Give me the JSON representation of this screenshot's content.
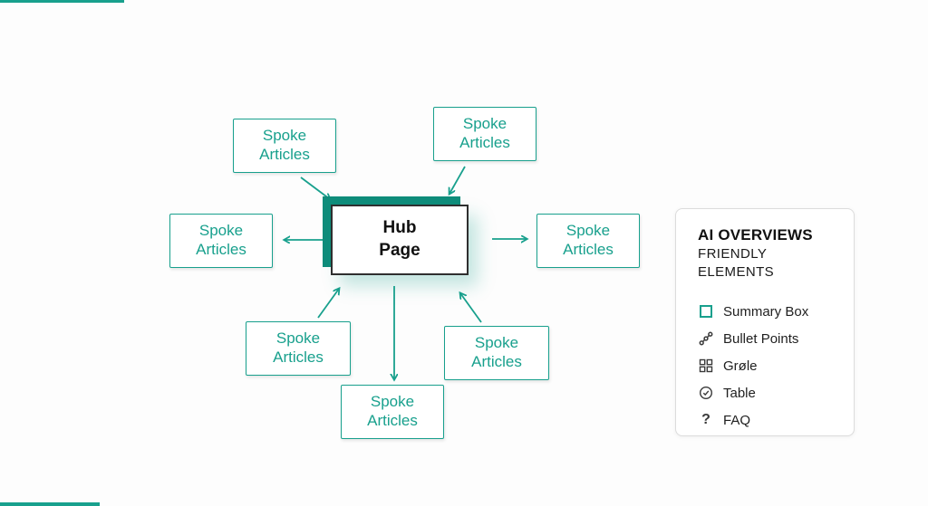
{
  "colors": {
    "accent": "#18a08d",
    "hub_back": "#0f8d7b",
    "ink": "#1f1f1f"
  },
  "diagram": {
    "hub": {
      "label": "Hub\nPage"
    },
    "spokes": [
      {
        "label": "Spoke\nArticles"
      },
      {
        "label": "Spoke\nArticles"
      },
      {
        "label": "Spoke\nArticles"
      },
      {
        "label": "Spoke\nArticles"
      },
      {
        "label": "Spoke\nArticles"
      },
      {
        "label": "Spoke\nArticles"
      },
      {
        "label": "Spoke\nArticles"
      }
    ]
  },
  "legend": {
    "title_line1": "AI OVERVIEWS",
    "title_line2": "FRIENDLY ELEMENTS",
    "items": [
      {
        "icon": "summary-box-icon",
        "label": "Summary Box"
      },
      {
        "icon": "bullet-points-icon",
        "label": "Bullet Points"
      },
      {
        "icon": "grid-icon",
        "label": "Grøle"
      },
      {
        "icon": "check-circle-icon",
        "label": "Table"
      },
      {
        "icon": "question-mark-icon",
        "glyph": "?",
        "label": "FAQ"
      }
    ]
  }
}
